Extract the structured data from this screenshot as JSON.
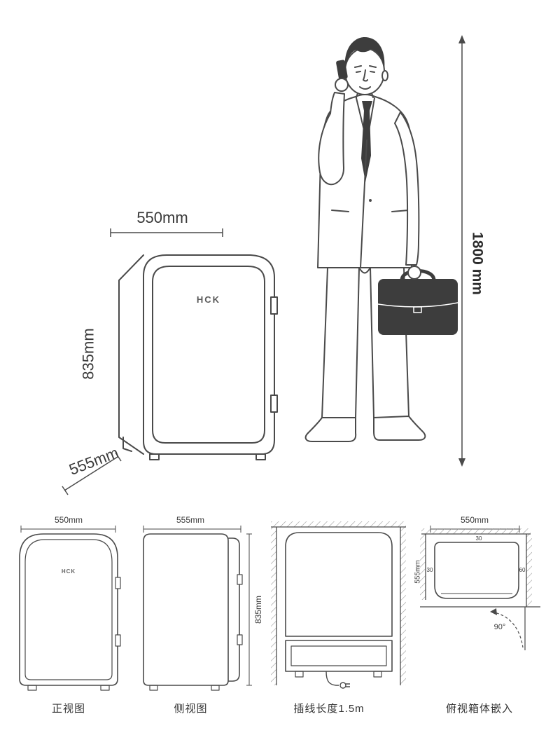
{
  "colors": {
    "line": "#4a4a4a",
    "dark_fill": "#3d3d3d",
    "text": "#333333"
  },
  "hero": {
    "brand": "HCK",
    "width_label": "550mm",
    "height_label": "835mm",
    "depth_label": "555mm",
    "person_height_label": "1800 mm"
  },
  "views": {
    "front": {
      "caption": "正视图",
      "width_label": "550mm",
      "brand": "HCK"
    },
    "side": {
      "caption": "侧视图",
      "width_label": "555mm",
      "height_label": "835mm"
    },
    "cable": {
      "caption": "插线长度1.5m"
    },
    "embed": {
      "caption": "俯视箱体嵌入",
      "width_label": "550mm",
      "depth_label": "555mm",
      "clearance_back": "30",
      "clearance_left": "30",
      "clearance_right": "60",
      "door_angle": "90°"
    }
  }
}
